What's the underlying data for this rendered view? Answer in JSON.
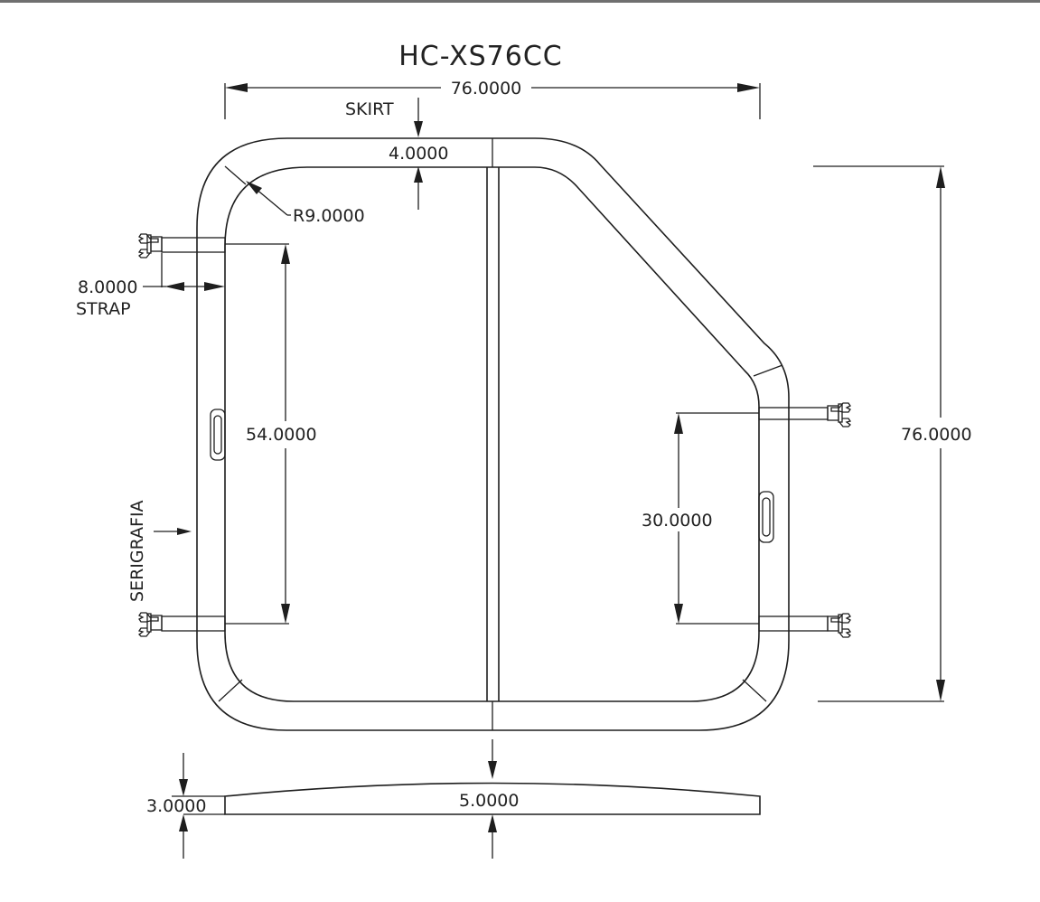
{
  "drawing": {
    "title": "HC-XS76CC",
    "dimensions": {
      "overall_width": "76.0000",
      "overall_height": "76.0000",
      "skirt_depth": "4.0000",
      "corner_radius": "R9.0000",
      "strap_length": "8.0000",
      "left_strap_spacing": "54.0000",
      "right_strap_spacing": "30.0000",
      "edge_thickness": "3.0000",
      "center_thickness": "5.0000"
    },
    "labels": {
      "skirt": "SKIRT",
      "strap": "STRAP",
      "serigraphy": "SERIGRAFIA"
    }
  }
}
